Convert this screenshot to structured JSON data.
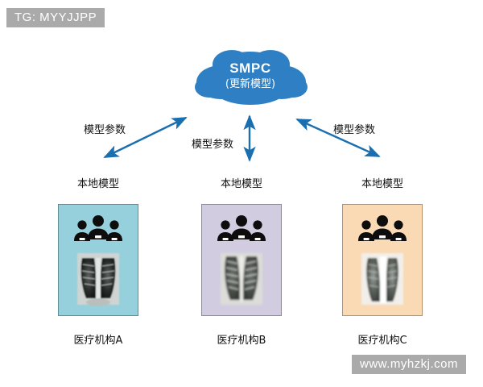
{
  "watermarks": {
    "top": "TG: MYYJJPP",
    "bottom": "www.myhzkj.com"
  },
  "cloud": {
    "title": "SMPC",
    "subtitle": "(更新模型)",
    "color": "#2E7FC4"
  },
  "arrows": {
    "color": "#1a6fb0",
    "left_label": "模型参数",
    "center_label": "模型参数",
    "right_label": "模型参数"
  },
  "institutions": [
    {
      "local_model_label": "本地模型",
      "caption": "医疗机构A",
      "box_color": "#96d0dc",
      "border_color": "#5f8f96",
      "icon": "people-group-icon",
      "image": "chest-xray-image"
    },
    {
      "local_model_label": "本地模型",
      "caption": "医疗机构B",
      "box_color": "#d2cce0",
      "border_color": "#8d8a99",
      "icon": "people-group-icon",
      "image": "chest-xray-image"
    },
    {
      "local_model_label": "本地模型",
      "caption": "医疗机构C",
      "box_color": "#fad9b5",
      "border_color": "#b5916a",
      "icon": "people-group-icon",
      "image": "chest-xray-image"
    }
  ]
}
